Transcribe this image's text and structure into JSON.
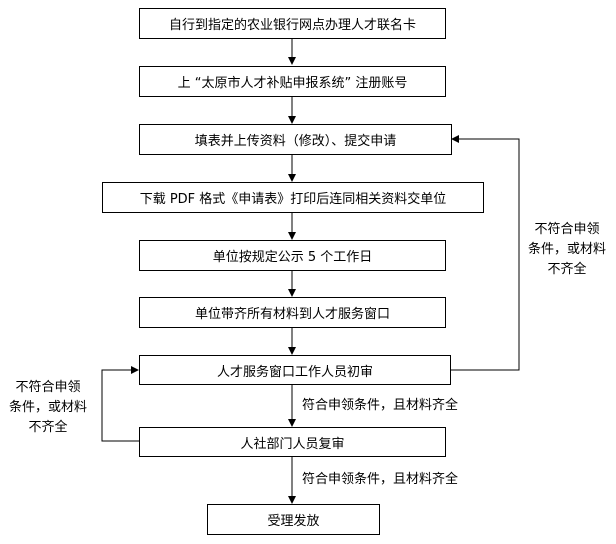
{
  "steps": [
    "自行到指定的农业银行网点办理人才联名卡",
    "上 “太原市人才补贴申报系统” 注册账号",
    "填表并上传资料（修改）、提交申请",
    "下载 PDF 格式《申请表》打印后连同相关资料交单位",
    "单位按规定公示 5 个工作日",
    "单位带齐所有材料到人才服务窗口",
    "人才服务窗口工作人员初审",
    "人社部门人员复审",
    "受理发放"
  ],
  "labels": {
    "pass_1": "符合申领条件，且材料齐全",
    "pass_2": "符合申领条件，且材料齐全",
    "fail_right": [
      "不符合申领",
      "条件，或材料",
      "不齐全"
    ],
    "fail_left": [
      "不符合申领",
      "条件，或材料",
      "不齐全"
    ]
  }
}
